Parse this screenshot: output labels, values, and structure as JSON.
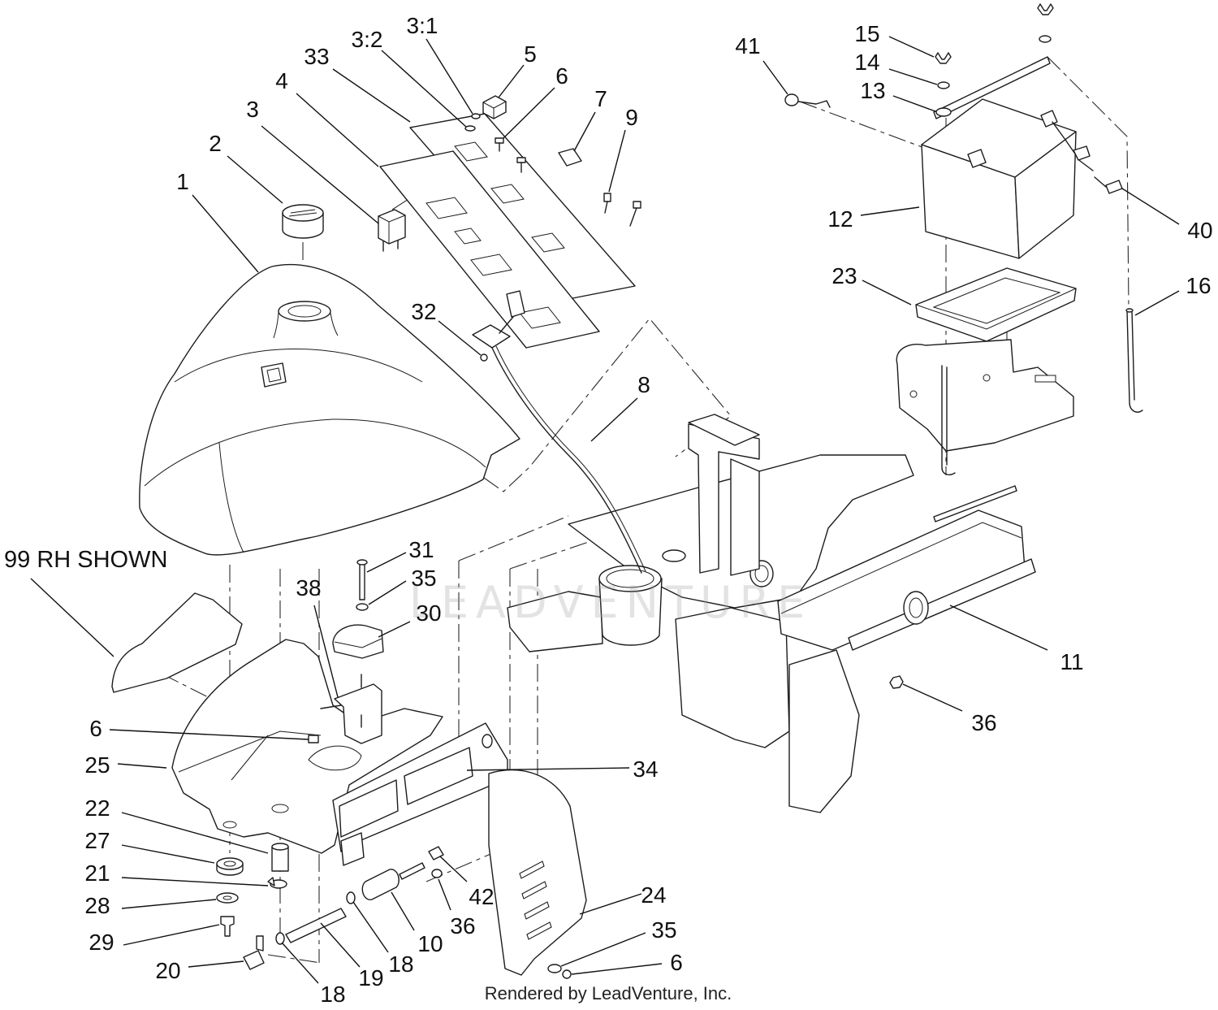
{
  "callouts": [
    "41",
    "15",
    "14",
    "13",
    "12",
    "40",
    "23",
    "16",
    "3:1",
    "3:2",
    "33",
    "5",
    "6",
    "7",
    "9",
    "4",
    "3",
    "2",
    "1",
    "32",
    "8",
    "31",
    "35",
    "38",
    "30",
    "11",
    "36",
    "6",
    "25",
    "34",
    "22",
    "27",
    "21",
    "28",
    "29",
    "42",
    "36",
    "10",
    "24",
    "35",
    "6",
    "18",
    "19",
    "20",
    "18"
  ],
  "note": "99 RH SHOWN",
  "footer": "Rendered by LeadVenture, Inc.",
  "watermark": "LEADVENTURE"
}
